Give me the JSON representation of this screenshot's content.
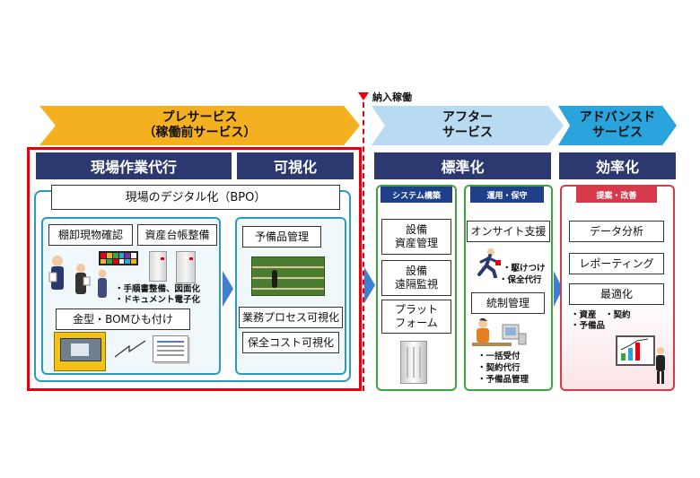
{
  "milestone": {
    "label": "納入稼働",
    "color": "#e60012"
  },
  "phases": {
    "pre": {
      "line1": "プレサービス",
      "line2": "（稼働前サービス）",
      "color": "#f5b01f"
    },
    "after": {
      "line1": "アフター",
      "line2": "サービス",
      "color": "#b8dbf2"
    },
    "advanced": {
      "line1": "アドバンスド",
      "line2": "サービス",
      "color": "#29a4dc"
    }
  },
  "headers": {
    "field_work": "現場作業代行",
    "visualize": "可視化",
    "standardize": "標準化",
    "efficiency": "効率化"
  },
  "pre_service": {
    "digital_title": "現場のデジタル化（BPO）",
    "left_panel": {
      "inventory": "棚卸現物確認",
      "asset_ledger": "資産台帳整備",
      "notes": [
        "・手順書整備、図面化",
        "・ドキュメント電子化"
      ],
      "mold": "金型・BOMひも付け"
    },
    "right_panel": {
      "spare_parts": "予備品管理",
      "process_visual": "業務プロセス可視化",
      "cost_visual": "保全コスト可視化"
    }
  },
  "after_service": {
    "system": {
      "tag": "システム構築",
      "items": [
        {
          "line1": "設備",
          "line2": "資産管理"
        },
        {
          "line1": "設備",
          "line2": "遠隔監視"
        },
        {
          "line1": "プラット",
          "line2": "フォーム"
        }
      ]
    },
    "operation": {
      "tag": "運用・保守",
      "onsite": "オンサイト支援",
      "onsite_notes": [
        "・駆けつけ",
        "・保全代行"
      ],
      "control": "統制管理",
      "control_notes": [
        "・一括受付",
        "・契約代行",
        "・予備品管理"
      ]
    }
  },
  "advanced_service": {
    "tag": "提案・改善",
    "items": [
      "データ分析",
      "レポーティング",
      "最適化"
    ],
    "notes": [
      "・資産　・契約",
      "・予備品"
    ]
  },
  "colors": {
    "navy": "#2b3970",
    "red_frame": "#e60012",
    "teal_frame": "#2a9bc1",
    "green_frame": "#3aa640",
    "adv_frame": "#d63a4b"
  }
}
